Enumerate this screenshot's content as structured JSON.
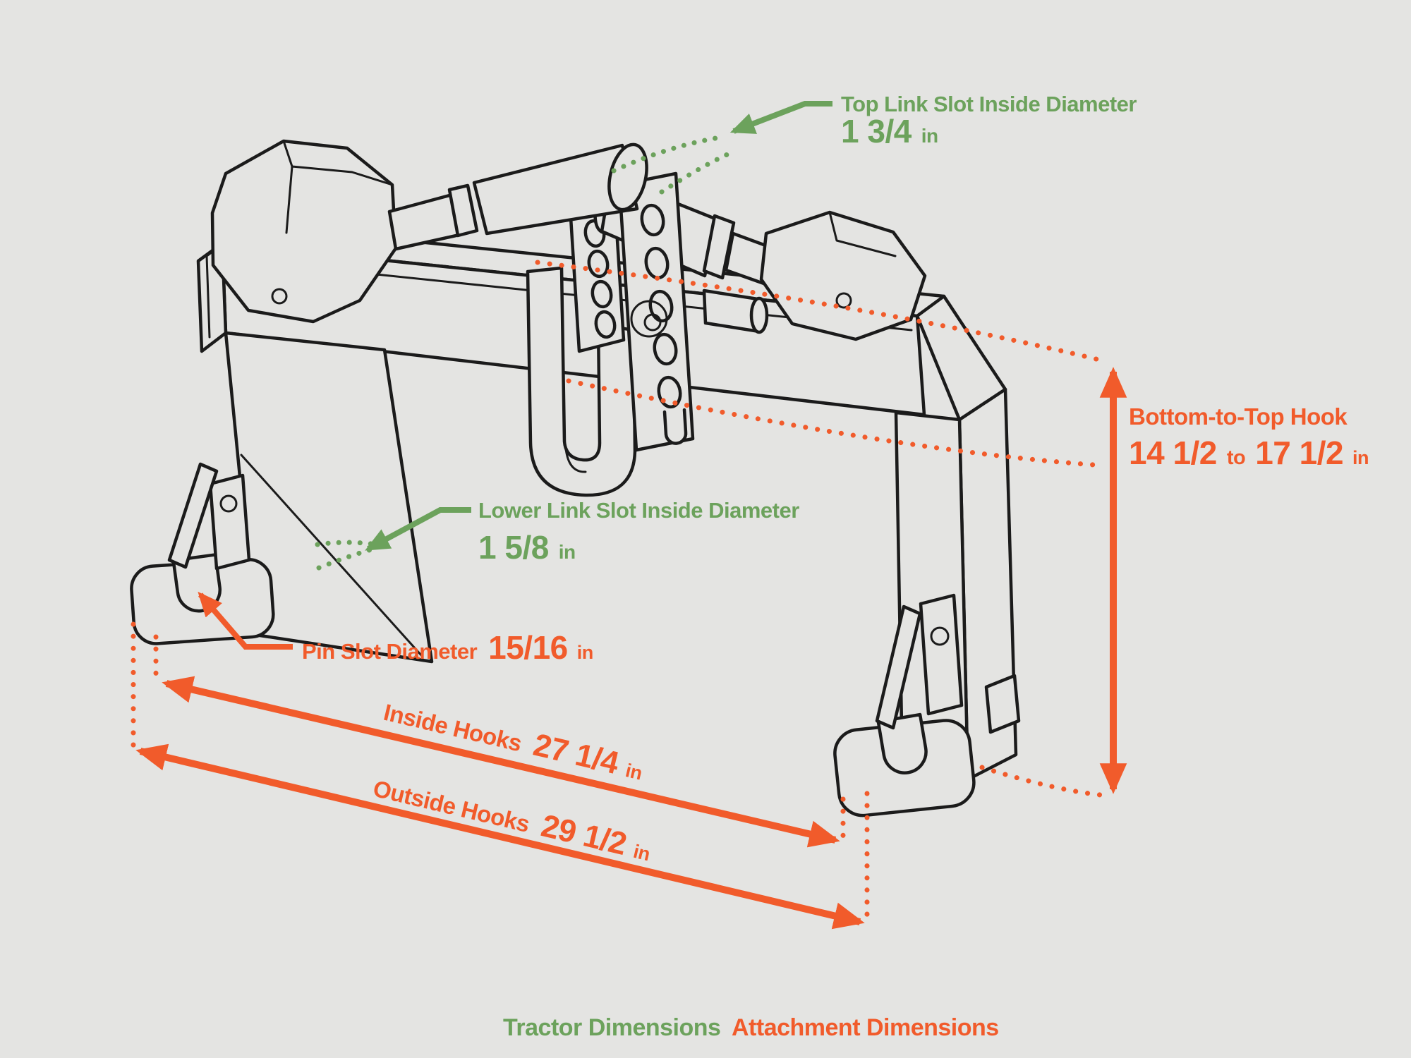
{
  "annotations": {
    "top_link_slot": {
      "label": "Top Link Slot Inside Diameter",
      "value": "1 3/4",
      "unit": "in"
    },
    "lower_link_slot": {
      "label": "Lower Link Slot Inside Diameter",
      "value": "1 5/8",
      "unit": "in"
    },
    "pin_slot": {
      "label": "Pin Slot Diameter",
      "value": "15/16",
      "unit": "in"
    },
    "bottom_to_top_hook": {
      "label": "Bottom-to-Top Hook",
      "value_min": "14 1/2",
      "joiner": "to",
      "value_max": "17 1/2",
      "unit": "in"
    },
    "inside_hooks": {
      "label": "Inside Hooks",
      "value": "27 1/4",
      "unit": "in"
    },
    "outside_hooks": {
      "label": "Outside Hooks",
      "value": "29 1/2",
      "unit": "in"
    }
  },
  "legend": {
    "tractor_label": "Tractor Dimensions",
    "attachment_label": "Attachment Dimensions"
  },
  "colors": {
    "tractor_green": "#6CA25C",
    "attachment_orange": "#F15B2B",
    "line": "#1B1B1B",
    "background": "#E4E4E2"
  }
}
